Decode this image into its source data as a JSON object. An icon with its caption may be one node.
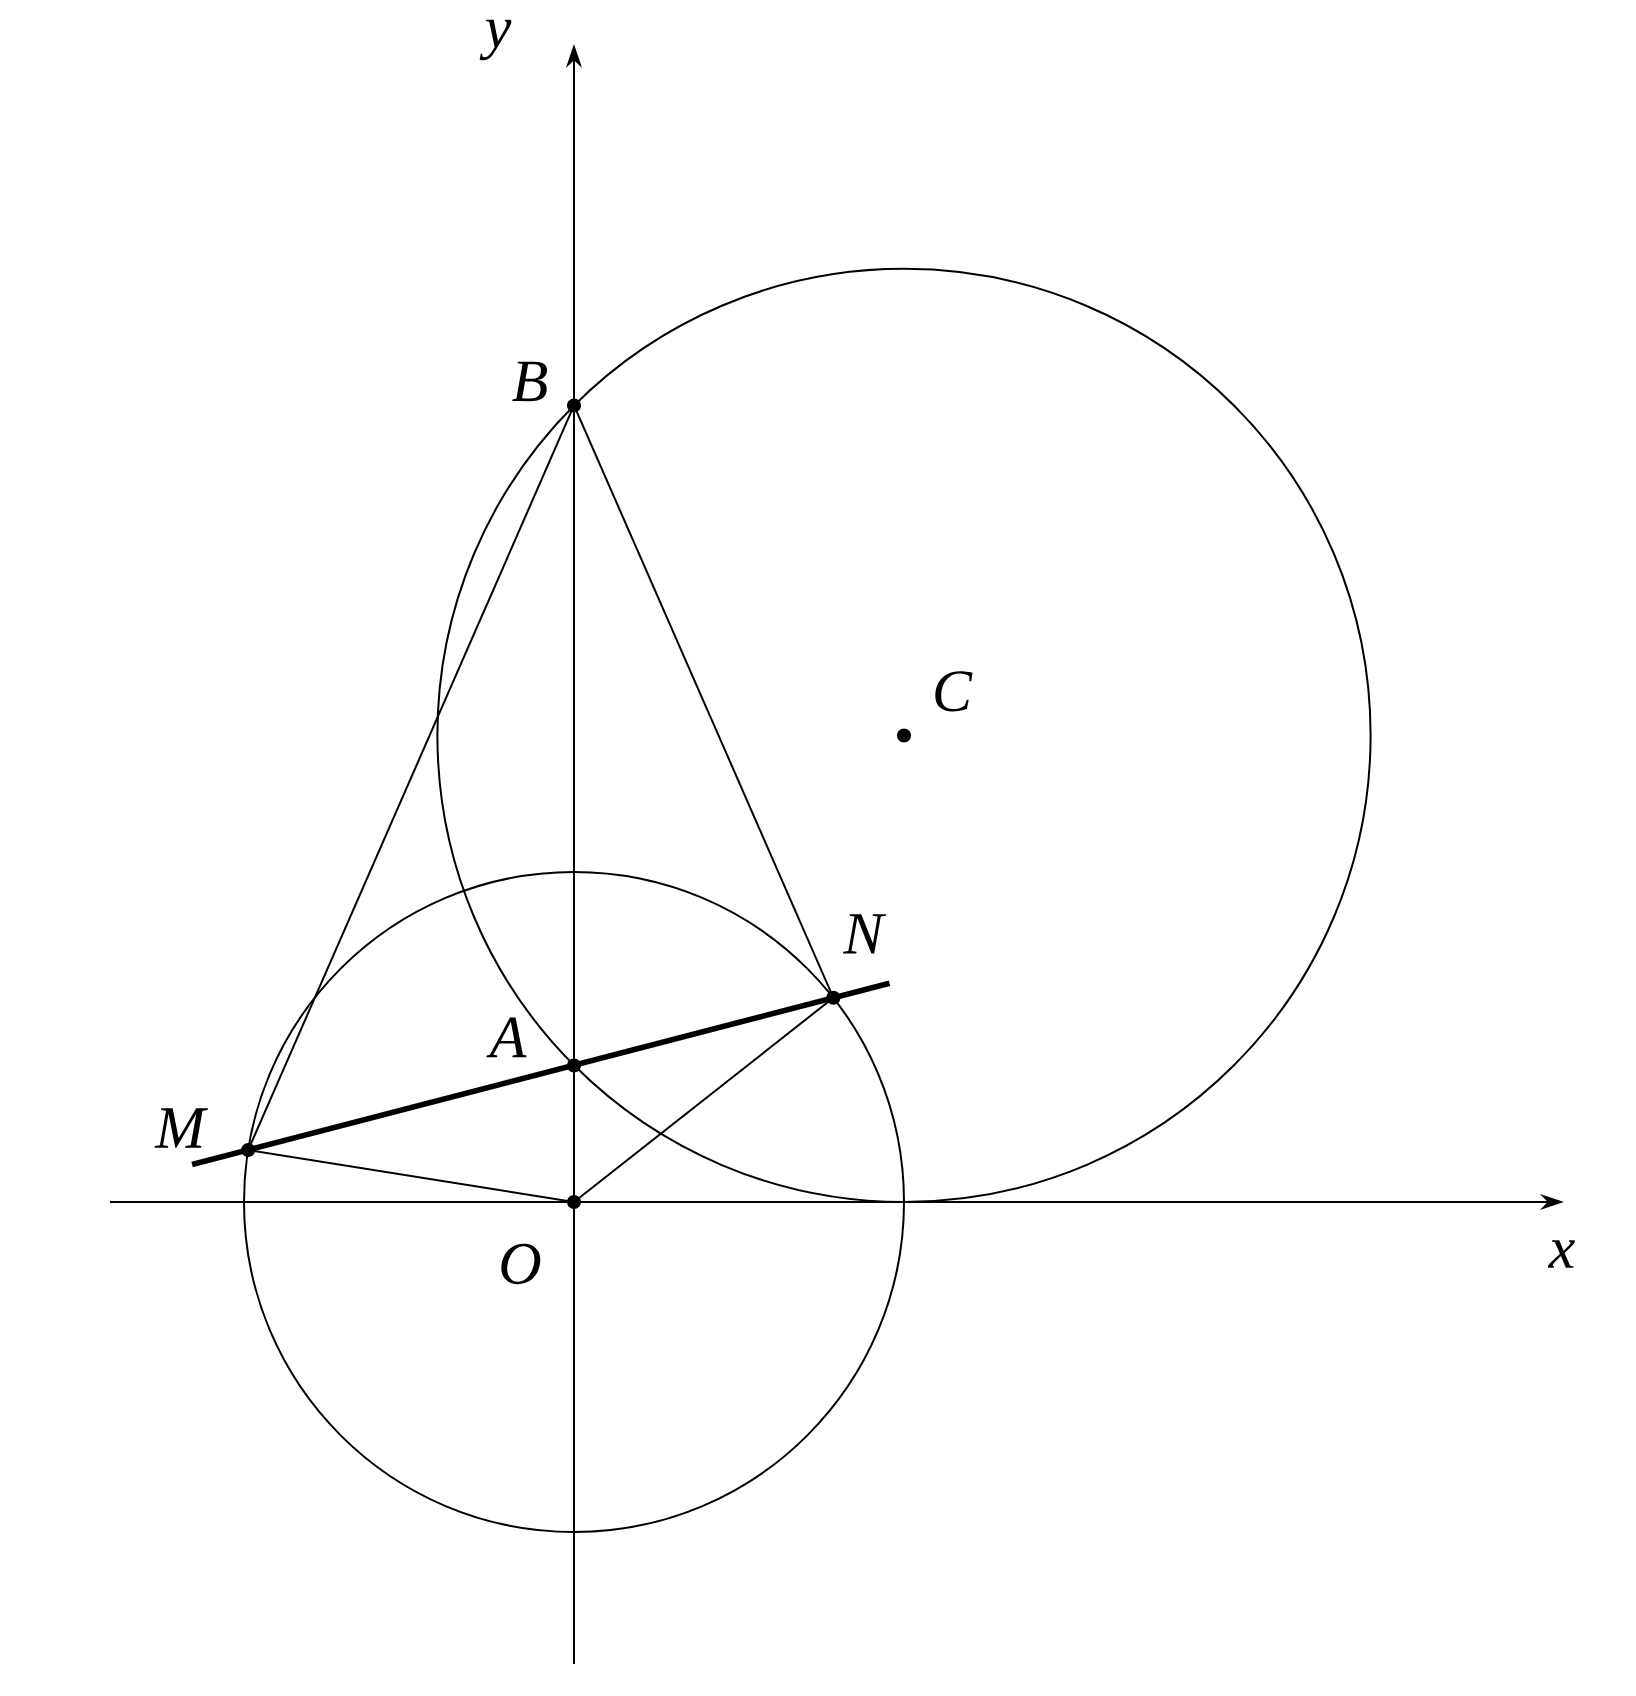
{
  "diagram": {
    "nodes": [
      {
        "text": [
          "B"
        ]
      },
      {
        "text": [
          "C"
        ]
      },
      {
        "text": [
          "N"
        ]
      },
      {
        "text": [
          "A"
        ]
      },
      {
        "text": [
          "M"
        ]
      },
      {
        "text": [
          "O"
        ]
      }
    ],
    "edges": [
      {
        "from": 0,
        "to": 4,
        "arrow": "none"
      },
      {
        "from": 0,
        "to": 2,
        "arrow": "none"
      },
      {
        "from": 4,
        "to": 5,
        "arrow": "none"
      },
      {
        "from": 5,
        "to": 2,
        "arrow": "none"
      },
      {
        "from": 4,
        "to": 2,
        "arrow": "none",
        "style": "thick"
      }
    ],
    "labels": [
      "x",
      "y"
    ]
  }
}
